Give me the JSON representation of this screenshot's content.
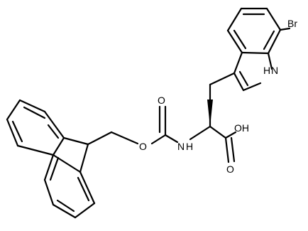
{
  "molecule": {
    "atom_labels": {
      "bromine": "Br",
      "indole_nh": "H",
      "indole_n": "N",
      "carbamate_o_double": "O",
      "carbamate_o_ether": "O",
      "amide_nh": "H",
      "amide_n": "N",
      "acid_oh": "OH",
      "acid_o_double": "O"
    },
    "colors": {
      "bond": "#000000",
      "label": "#000000",
      "background": "#ffffff"
    }
  }
}
